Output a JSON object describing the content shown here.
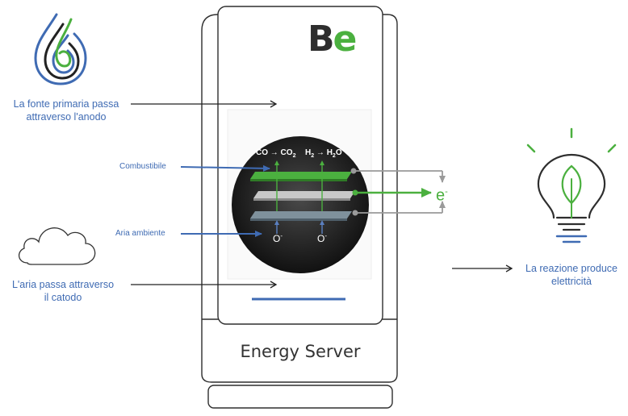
{
  "labels": {
    "fuel_source": "La fonte primaria passa attraverso l'anodo",
    "fuel_source_line1": "La fonte primaria passa",
    "fuel_source_line2": "attraverso l'anodo",
    "air_line1": "L'aria passa attraverso",
    "air_line2": "il catodo",
    "reaction_line1": "La reazione produce",
    "reaction_line2": "elettricità",
    "fuel": "Combustibile",
    "ambient_air": "Aria ambiente"
  },
  "server": {
    "name": "Energy Server",
    "logo_b": "B",
    "logo_e": "e"
  },
  "cell": {
    "reaction_co": "CO → CO",
    "reaction_co_sub": "2",
    "reaction_h2": "H",
    "reaction_h2_sub": "2",
    "reaction_arrow": " → H",
    "reaction_h2o_sub": "2",
    "reaction_o": "O",
    "oxygen_ion": "O",
    "oxygen_ion_sup": "-",
    "electron": "e",
    "electron_sup": "-"
  },
  "icons": [
    "water-drop-icon",
    "cloud-icon",
    "lightbulb-leaf-icon"
  ],
  "colors": {
    "label_blue": "#3f6bb3",
    "green": "#4bb03f",
    "dark": "#2e2e2e",
    "cell_dark": "#1e1e1e"
  }
}
